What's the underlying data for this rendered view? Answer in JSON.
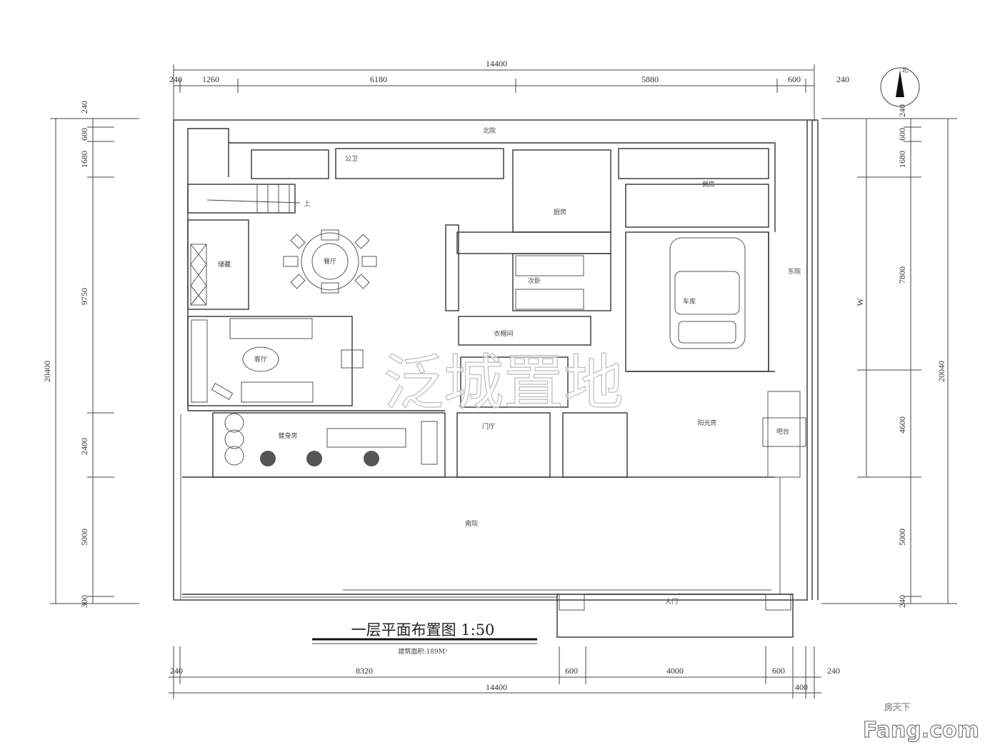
{
  "plan": {
    "title": "一层平面布置图 1:50",
    "area_note": "建筑面积:189M²",
    "north_label": "北",
    "rooms": {
      "north_yard": "北院",
      "public_bath": "公卫",
      "stair_up": "上",
      "kitchen": "厨房",
      "storage": "储藏",
      "dining": "餐厅",
      "second_bedroom": "次卧",
      "maid_room": "佣房",
      "garage": "车库",
      "east_yard": "东院",
      "living": "客厅",
      "cloakroom": "衣帽间",
      "foyer": "门厅",
      "gym": "健身房",
      "sunroom": "阳光房",
      "bar": "吧台",
      "south_yard": "南院",
      "main_gate": "大门"
    }
  },
  "dimensions": {
    "top": {
      "total": "14400",
      "segments": [
        "240",
        "1260",
        "6180",
        "5880",
        "600",
        "240"
      ]
    },
    "bottom": {
      "total": "14400",
      "segments": [
        "240",
        "8320",
        "600",
        "4000",
        "600",
        "240"
      ],
      "extra": "400"
    },
    "left": {
      "total": "20400",
      "segments": [
        "240",
        "600",
        "1680",
        "9750",
        "2400",
        "5000",
        "300"
      ]
    },
    "right": {
      "total": "20040",
      "segments": [
        "240",
        "600",
        "1680",
        "7800",
        "4600",
        "5000",
        "240"
      ],
      "inner": "W"
    }
  },
  "watermarks": {
    "developer": "泛城置地",
    "site_cn": "房天下",
    "site_en": "Fang.com"
  }
}
